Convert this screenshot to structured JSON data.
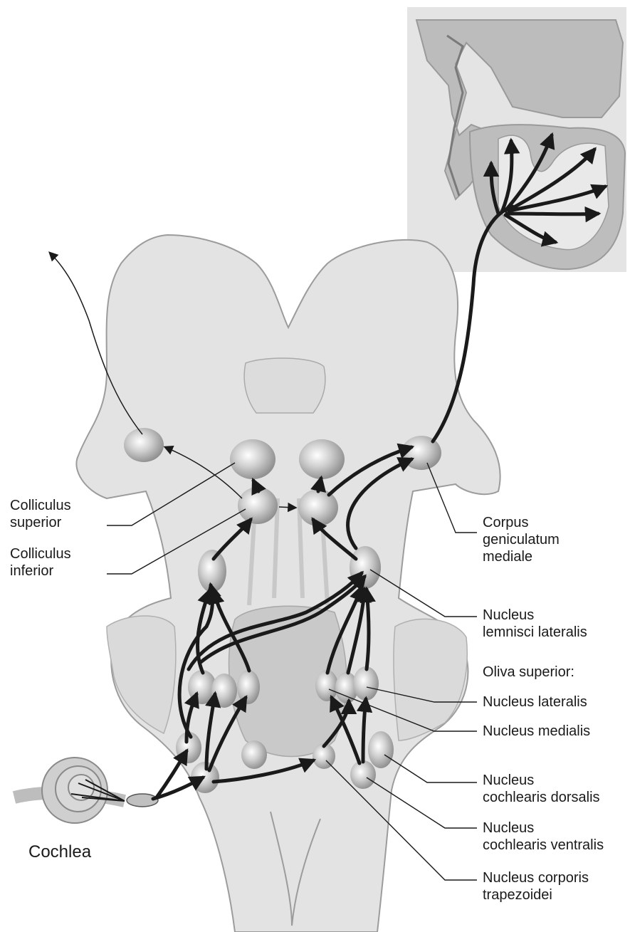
{
  "labels": {
    "colliculus_superior": [
      "Colliculus",
      "superior"
    ],
    "colliculus_inferior": [
      "Colliculus",
      "inferior"
    ],
    "corpus_geniculatum": [
      "Corpus",
      "geniculatum",
      "mediale"
    ],
    "lemnisci": [
      "Nucleus",
      "lemnisci lateralis"
    ],
    "oliva_superior": "Oliva superior:",
    "nucleus_lateralis": "Nucleus lateralis",
    "nucleus_medialis": "Nucleus medialis",
    "cochlearis_dorsalis": [
      "Nucleus",
      "cochlearis dorsalis"
    ],
    "cochlearis_ventralis": [
      "Nucleus",
      "cochlearis ventralis"
    ],
    "corporis_trapezoidei": [
      "Nucleus corporis",
      "trapezoidei"
    ],
    "cochlea": "Cochlea"
  },
  "colors": {
    "brainstem_fill": "#e2e2e2",
    "brainstem_shadow": "#c4c4c4",
    "cortex_fill": "#bdbdbd",
    "cortex_background": "#e6e6e6",
    "nucleus": "#9a9a9a",
    "pathway": "#1a1a1a"
  }
}
